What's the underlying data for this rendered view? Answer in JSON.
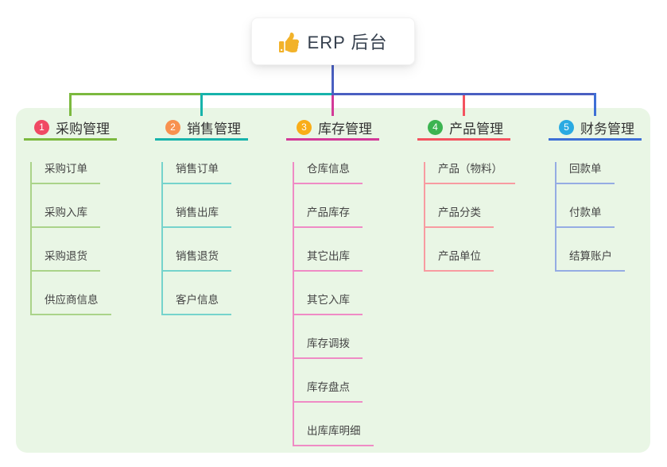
{
  "root": {
    "title": "ERP 后台",
    "icon": "thumbs-up-icon",
    "icon_color": "#f2b229"
  },
  "panel": {
    "background": "#e9f6e5"
  },
  "connectors": {
    "trunk_color": "#4a5fc1"
  },
  "branches": [
    {
      "number": "1",
      "label": "采购管理",
      "badge_color": "#f04964",
      "line_color": "#7cb93f",
      "item_line_color": "#aad389",
      "items": [
        "采购订单",
        "采购入库",
        "采购退货",
        "供应商信息"
      ]
    },
    {
      "number": "2",
      "label": "销售管理",
      "badge_color": "#f8914f",
      "line_color": "#17b3ab",
      "item_line_color": "#75d3cc",
      "items": [
        "销售订单",
        "销售出库",
        "销售退货",
        "客户信息"
      ]
    },
    {
      "number": "3",
      "label": "库存管理",
      "badge_color": "#f9ad18",
      "line_color": "#d33a98",
      "item_line_color": "#ef8bc5",
      "items": [
        "仓库信息",
        "产品库存",
        "其它出库",
        "其它入库",
        "库存调拨",
        "库存盘点",
        "出库库明细"
      ]
    },
    {
      "number": "4",
      "label": "产品管理",
      "badge_color": "#3cb451",
      "line_color": "#f4535f",
      "item_line_color": "#f89ba1",
      "items": [
        "产品（物料）",
        "产品分类",
        "产品单位"
      ]
    },
    {
      "number": "5",
      "label": "财务管理",
      "badge_color": "#2aaae2",
      "line_color": "#3e6fd6",
      "item_line_color": "#95ace3",
      "items": [
        "回款单",
        "付款单",
        "结算账户"
      ]
    }
  ]
}
